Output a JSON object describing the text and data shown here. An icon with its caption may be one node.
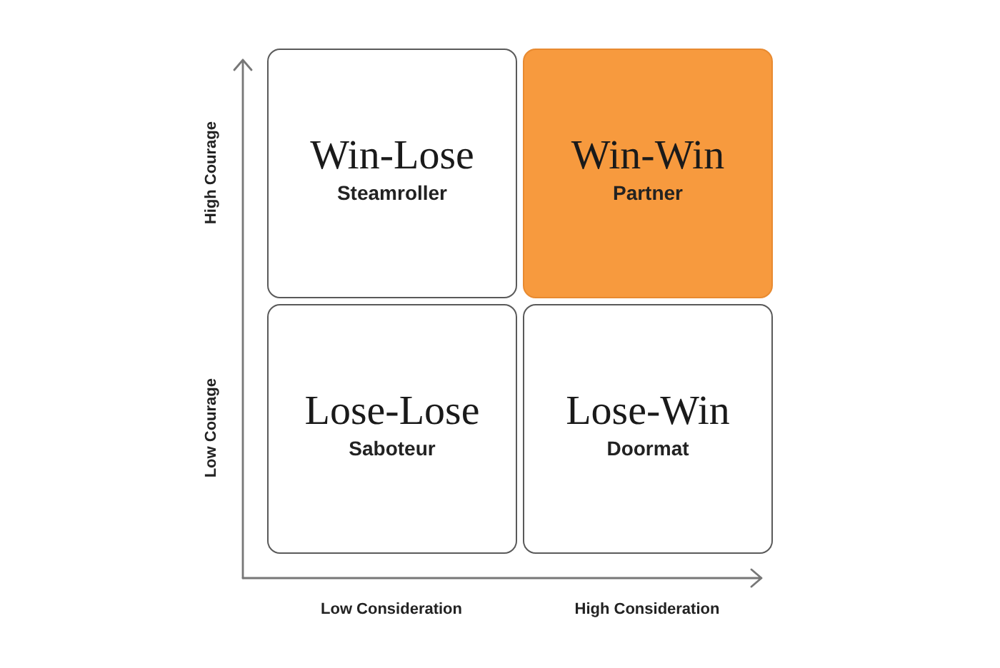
{
  "diagram": {
    "nodes": [
      {
        "text": [
          "Win-Lose",
          "Steamroller"
        ]
      },
      {
        "text": [
          "Win-Win",
          "Partner"
        ]
      },
      {
        "text": [
          "Lose-Lose",
          "Saboteur"
        ]
      },
      {
        "text": [
          "Lose-Win",
          "Doormat"
        ]
      }
    ],
    "labels": [
      "High Courage",
      "Low Courage",
      "Low Consideration",
      "High Consideration"
    ]
  }
}
